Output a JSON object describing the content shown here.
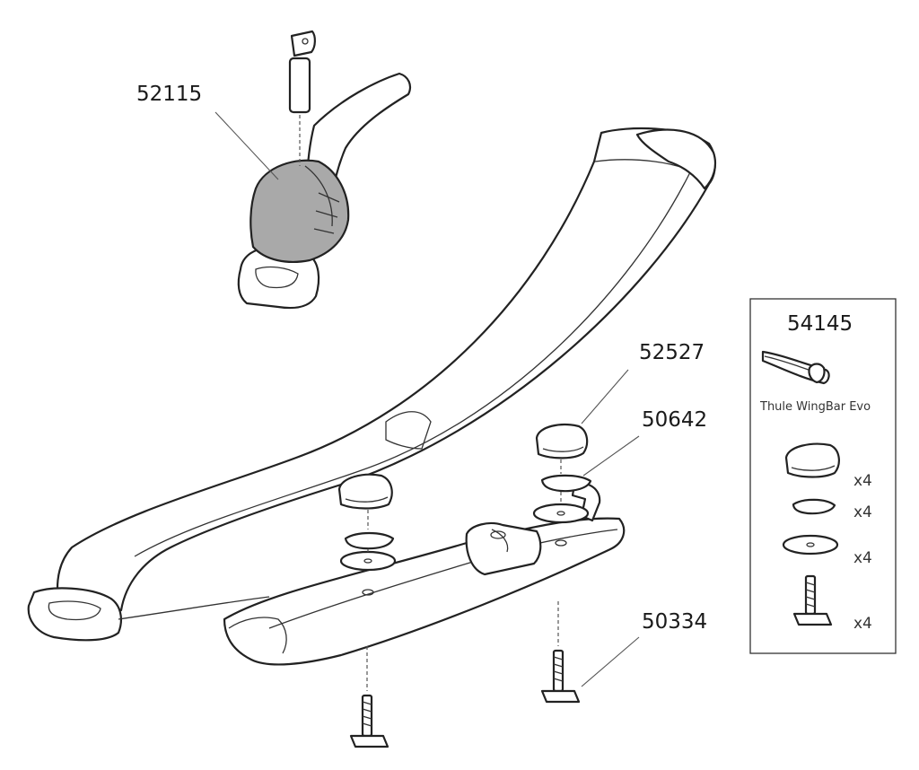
{
  "labels": {
    "lock": "52115",
    "knob": "52527",
    "washer": "50642",
    "tbolt": "50334"
  },
  "kit": {
    "title": "54145",
    "bar_name": "Thule WingBar Evo",
    "quantities": [
      "x4",
      "x4",
      "x4",
      "x4"
    ]
  },
  "colors": {
    "line": "#222222",
    "fill": "#ffffff",
    "lock_cover": "#a9a9a9"
  }
}
